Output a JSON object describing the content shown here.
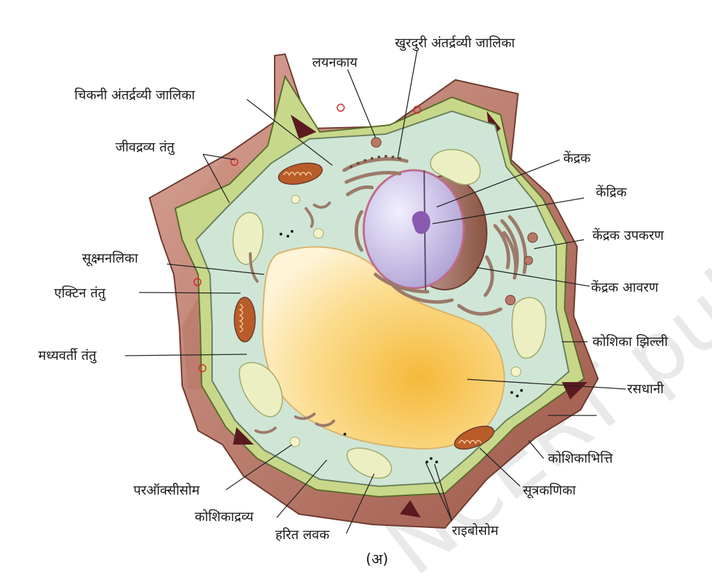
{
  "diagram": {
    "labels": {
      "rough_er": "खुरदुरी अंतर्द्रव्यी जालिका",
      "lysosome": "लयनकाय",
      "smooth_er": "चिकनी अंतर्द्रव्यी जालिका",
      "plasmodesmata": "जीवद्रव्य तंतु",
      "nucleus": "केंद्रक",
      "nucleolus": "केंद्रिक",
      "golgi": "केंद्रक उपकरण",
      "microtubule": "सूक्ष्मनलिका",
      "nuclear_envelope": "केंद्रक आवरण",
      "actin_filament": "एक्टिन तंतु",
      "cell_membrane": "कोशिका झिल्ली",
      "intermediate_filament": "मध्यवर्ती तंतु",
      "vacuole": "रसधानी",
      "cell_wall": "कोशिकाभित्ति",
      "peroxisome": "परऑक्सीसोम",
      "mitochondria": "सूत्रकणिका",
      "cytoplasm": "कोशिकाद्रव्य",
      "ribosome": "राइबोसोम",
      "chloroplast": "हरित लवक"
    },
    "caption": "(अ)",
    "watermark": "NCERT published",
    "colors": {
      "cell_wall": "#b7705f",
      "wall_edge": "#c8d88a",
      "cytoplasm": "#cfe6d6",
      "vacuole": "#f7c75a",
      "nucleus": "#c9c2e4",
      "mitochondria": "#b85c2a",
      "chloroplast": "#ecefc1",
      "nucleolus": "#8a5ab0"
    }
  }
}
